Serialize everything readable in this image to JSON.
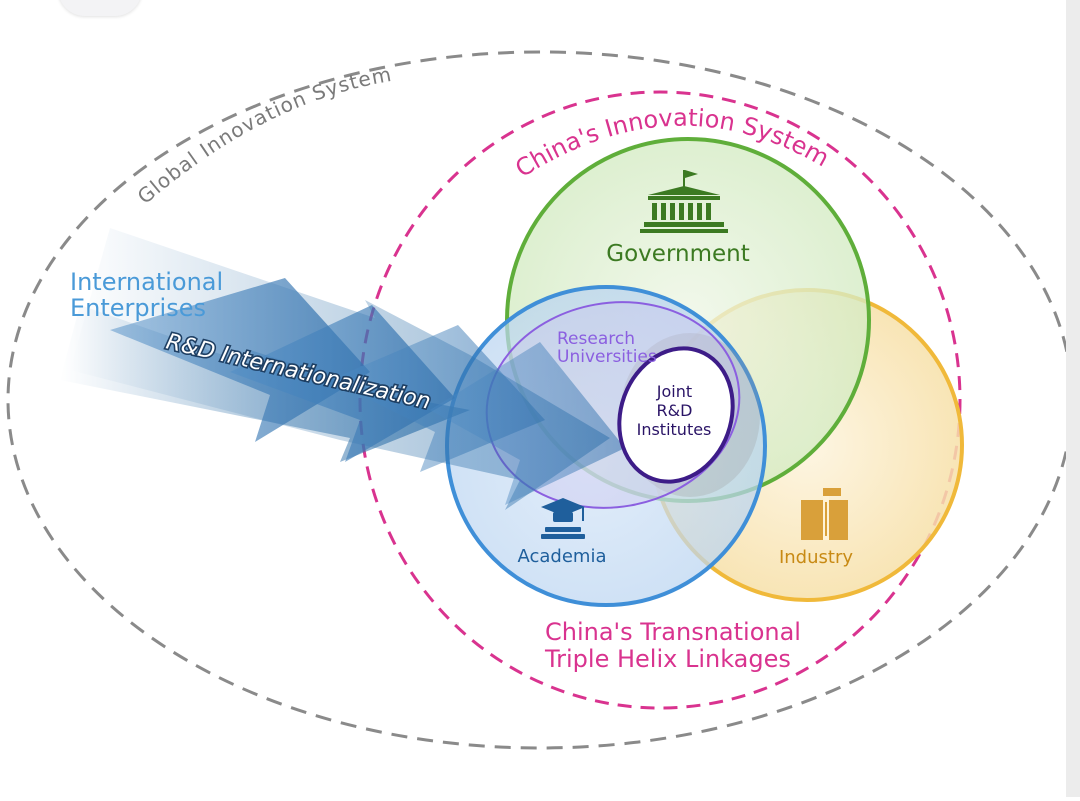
{
  "labels": {
    "global": "Global Innovation System",
    "china": "China's Innovation System",
    "government": "Government",
    "academia": "Academia",
    "industry": "Industry",
    "intl_line1": "International",
    "intl_line2": "Enterprises",
    "rd_intl": "R&D Internationalization",
    "research_line1": "Research",
    "research_line2": "Universities",
    "joint_line1": "Joint",
    "joint_line2": "R&D",
    "joint_line3": "Institutes",
    "linkages_line1": "China's Transnational",
    "linkages_line2": "Triple Helix Linkages"
  },
  "colors": {
    "global_border": "#8a8a8a",
    "global_text": "#7a7a7a",
    "china_border": "#d9338f",
    "government": "#5fae3a",
    "government_text": "#3c7a22",
    "academia": "#3f8fd8",
    "academia_text": "#1f5f9c",
    "industry": "#f0b93a",
    "industry_text": "#c88a14",
    "research": "#8b5fe0",
    "joint": "#3d1c88",
    "intl_text": "#4a9ad8",
    "arrow": "#2d6fa8"
  },
  "icons": {
    "government": "government-building-icon",
    "academia": "graduation-cap-icon",
    "industry": "factory-icon"
  }
}
